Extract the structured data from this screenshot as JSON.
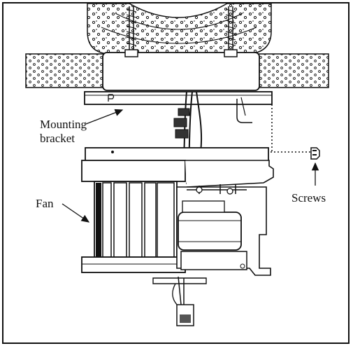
{
  "labels": {
    "mounting": "Mounting",
    "bracket": "bracket",
    "fan": "Fan",
    "screws": "Screws"
  },
  "colors": {
    "ink": "#111111",
    "paper": "#ffffff"
  }
}
